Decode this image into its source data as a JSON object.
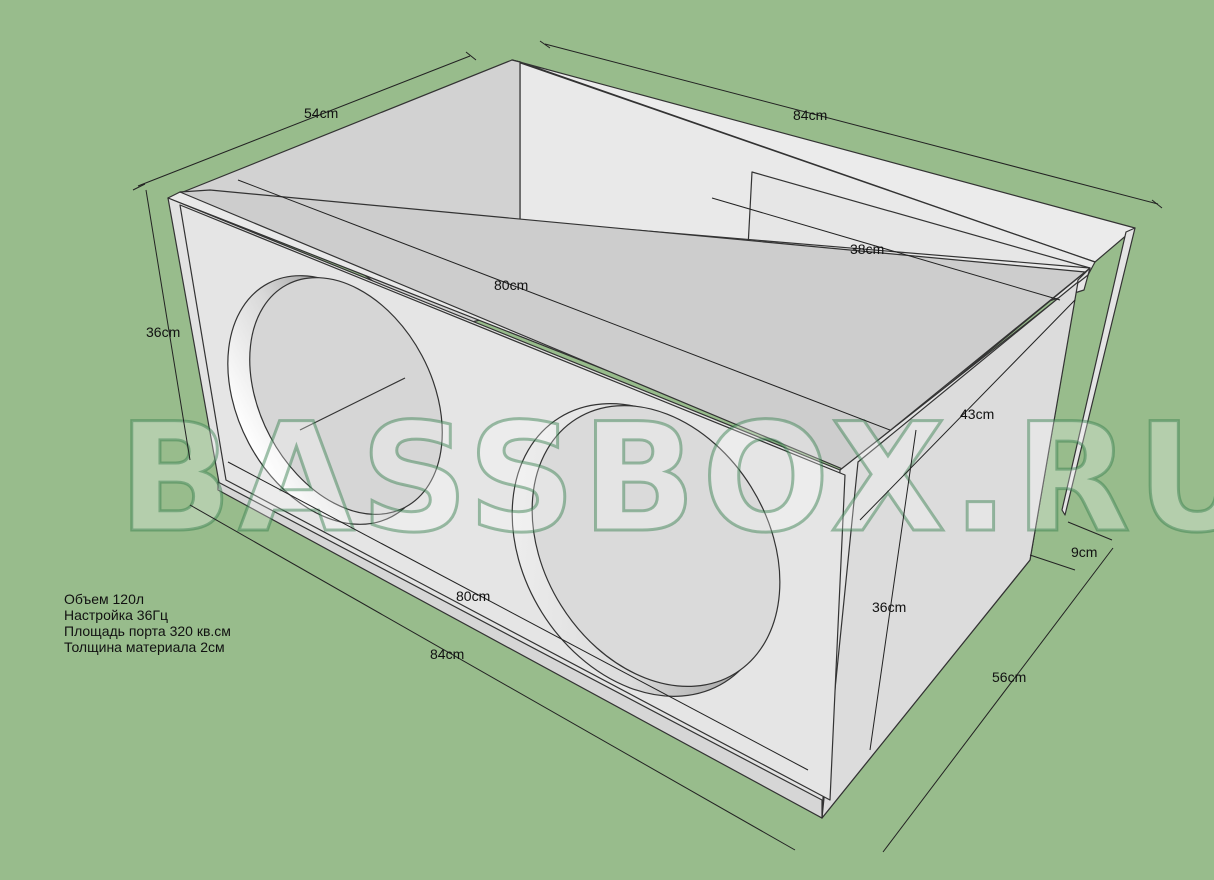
{
  "watermark": "BASSBOX.RU",
  "specs": {
    "volume": "Объем 120л",
    "tuning": "Настройка 36Гц",
    "port_area": "Площадь порта 320 кв.см",
    "thickness": "Толщина материала 2см"
  },
  "dimensions": {
    "top_depth": "54cm",
    "top_length": "84cm",
    "left_height": "36cm",
    "inner_length_top": "80cm",
    "port_length": "38cm",
    "side_depth_inner": "43cm",
    "front_inner_length": "80cm",
    "bottom_length": "84cm",
    "right_height": "36cm",
    "port_width": "9cm",
    "bottom_depth": "56cm"
  },
  "colors": {
    "background": "#98bc8c",
    "panel_front": "#e2e2e2",
    "panel_light": "#ececec",
    "panel_inner": "#d4d4d4"
  }
}
